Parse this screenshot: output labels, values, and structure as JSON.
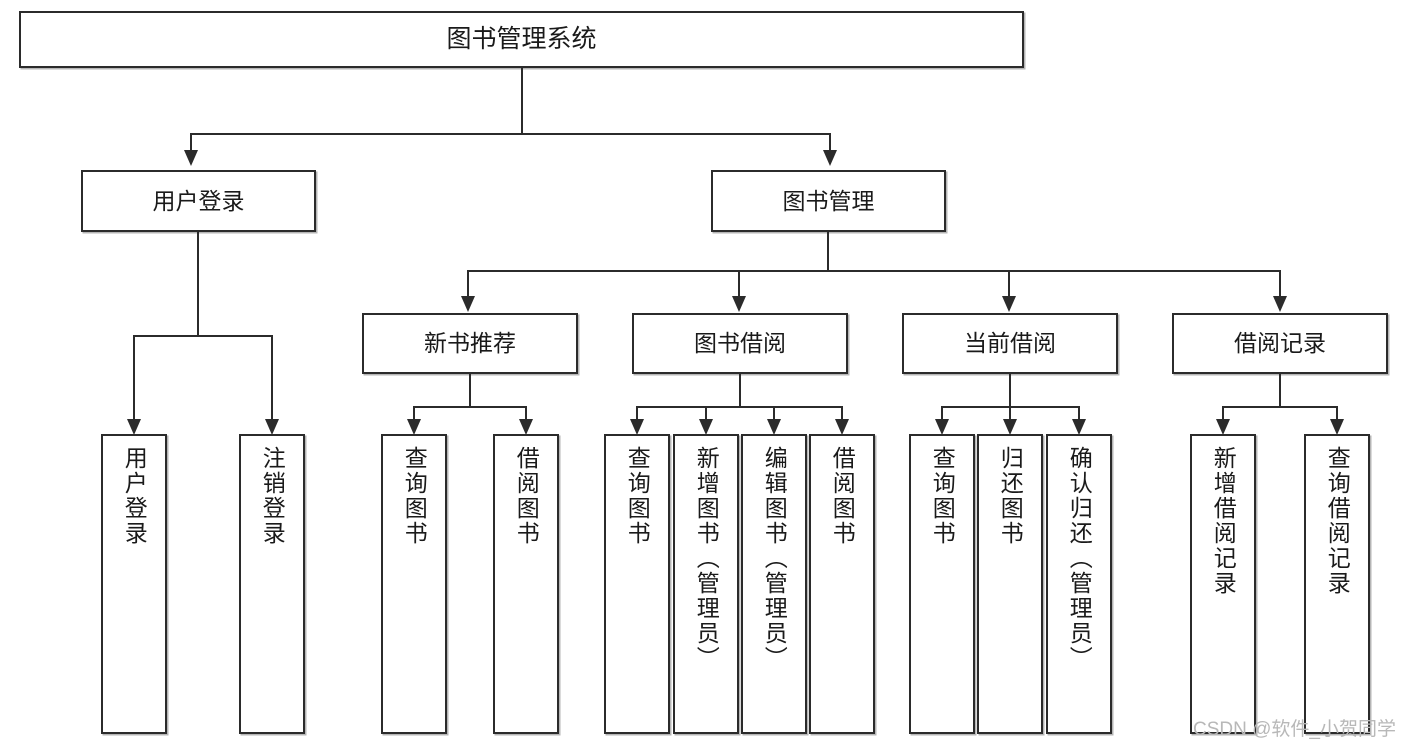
{
  "diagram": {
    "title": "图书管理系统",
    "root": {
      "label": "图书管理系统"
    },
    "level2": [
      {
        "label": "用户登录"
      },
      {
        "label": "图书管理"
      }
    ],
    "level3": [
      {
        "label": "新书推荐"
      },
      {
        "label": "图书借阅"
      },
      {
        "label": "当前借阅"
      },
      {
        "label": "借阅记录"
      }
    ],
    "leaves": [
      {
        "label": "用户登录"
      },
      {
        "label": "注销登录"
      },
      {
        "label": "查询图书"
      },
      {
        "label": "借阅图书"
      },
      {
        "label": "查询图书"
      },
      {
        "label": "新增图书（管理员）"
      },
      {
        "label": "编辑图书（管理员）"
      },
      {
        "label": "借阅图书"
      },
      {
        "label": "查询图书"
      },
      {
        "label": "归还图书"
      },
      {
        "label": "确认归还（管理员）"
      },
      {
        "label": "新增借阅记录"
      },
      {
        "label": "查询借阅记录"
      }
    ]
  },
  "watermark": {
    "text": "CSDN @软件_小贺同学"
  },
  "colors": {
    "stroke": "#2b2b2b",
    "fill": "#ffffff",
    "text": "#1a1a1a",
    "watermark": "#b8b8b8"
  }
}
